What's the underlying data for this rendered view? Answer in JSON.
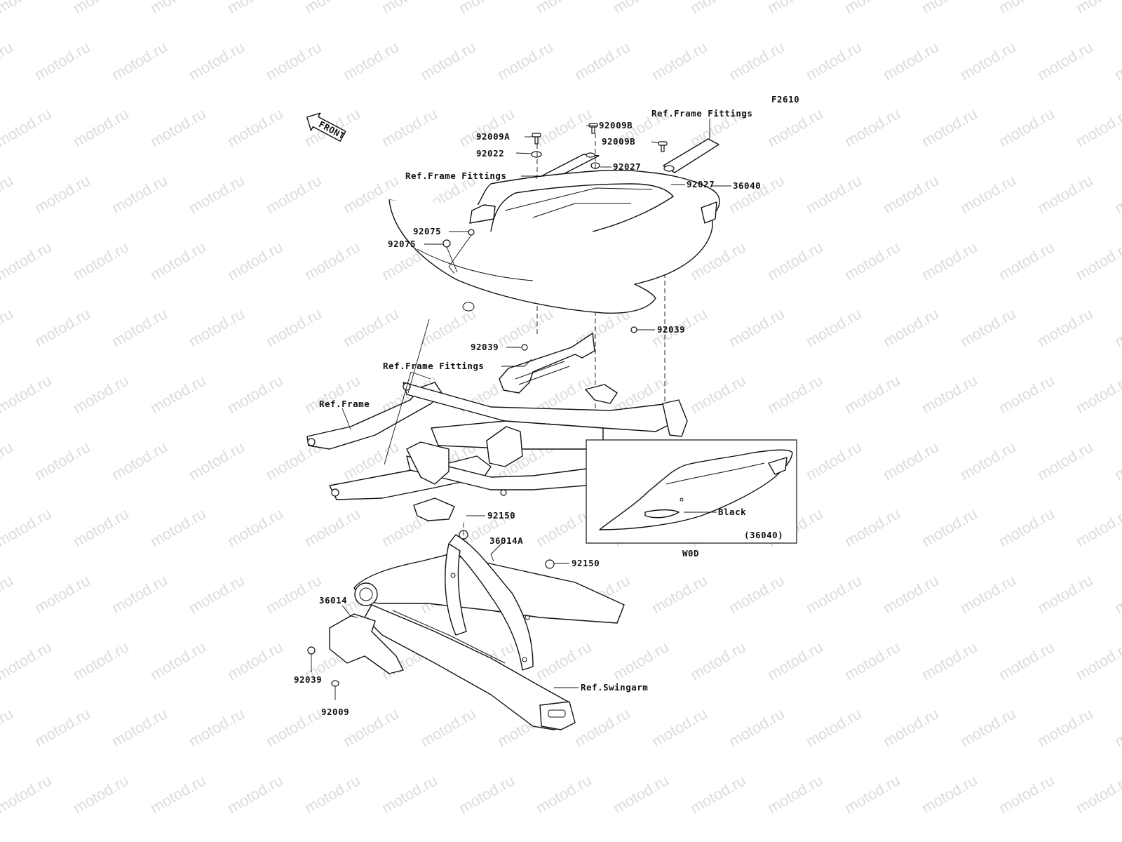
{
  "watermark": {
    "text": "motod.ru"
  },
  "figure_code": "F2610",
  "front_arrow": "FRONT",
  "labels": {
    "l_92009A": "92009A",
    "l_92009B_1": "92009B",
    "l_92009B_2": "92009B",
    "l_92022": "92022",
    "l_92027_1": "92027",
    "l_92027_2": "92027",
    "l_ref_ff_1": "Ref.Frame Fittings",
    "l_ref_ff_2": "Ref.Frame Fittings",
    "l_ref_ff_3": "Ref.Frame Fittings",
    "l_92075_1": "92075",
    "l_92075_2": "92075",
    "l_36040": "36040",
    "l_92039_1": "92039",
    "l_92039_2": "92039",
    "l_92039_3": "92039",
    "l_ref_frame": "Ref.Frame",
    "l_92150_1": "92150",
    "l_92150_2": "92150",
    "l_36014A": "36014A",
    "l_36014": "36014",
    "l_92009": "92009",
    "l_ref_swingarm": "Ref.Swingarm",
    "l_black": "Black",
    "l_36040_paren": "(36040)",
    "l_w0d": "W0D"
  }
}
